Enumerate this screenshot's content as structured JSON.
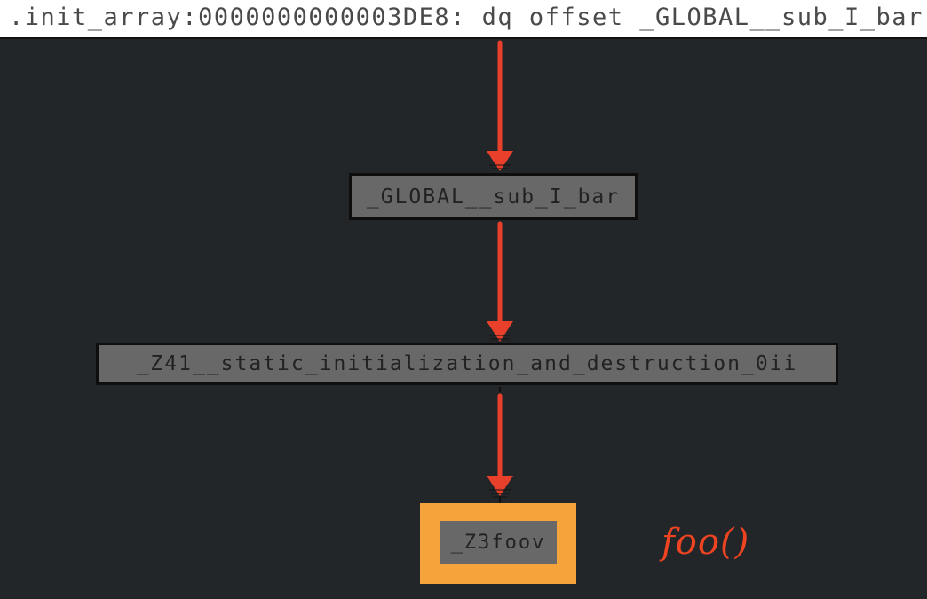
{
  "header": {
    "address_line": ".init_array:0000000000003DE8: dq offset _GLOBAL__sub_I_bar"
  },
  "graph": {
    "nodes": [
      {
        "id": "global",
        "label": "_GLOBAL__sub_I_bar"
      },
      {
        "id": "static",
        "label": "_Z41__static_initialization_and_destruction_0ii"
      },
      {
        "id": "foo",
        "label": "_Z3foov",
        "highlighted": true
      }
    ],
    "edges": [
      {
        "from": "header",
        "to": "global"
      },
      {
        "from": "global",
        "to": "static"
      },
      {
        "from": "static",
        "to": "foo"
      }
    ]
  },
  "annotation": {
    "text": "foo()"
  },
  "colors": {
    "background": "#232629",
    "node_fill": "#686868",
    "highlight": "#f4a43a",
    "arrow": "#e8402a"
  }
}
